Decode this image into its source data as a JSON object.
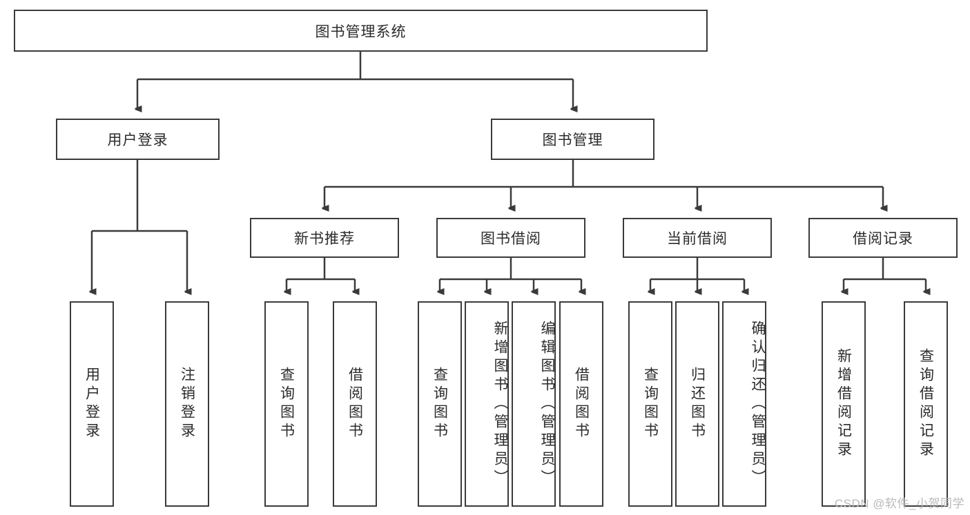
{
  "diagram": {
    "title": "图书管理系统",
    "type": "hierarchy-tree",
    "root": {
      "id": "root",
      "label": "图书管理系统"
    },
    "level2": [
      {
        "id": "user-login",
        "label": "用户登录"
      },
      {
        "id": "book-manage",
        "label": "图书管理"
      }
    ],
    "level3": [
      {
        "id": "new-book-recommend",
        "label": "新书推荐"
      },
      {
        "id": "book-borrow",
        "label": "图书借阅"
      },
      {
        "id": "current-borrow",
        "label": "当前借阅"
      },
      {
        "id": "borrow-record",
        "label": "借阅记录"
      }
    ],
    "leaves": {
      "user_login": [
        {
          "id": "leaf-user-login",
          "label": "用户登录"
        },
        {
          "id": "leaf-user-logout",
          "label": "注销登录"
        }
      ],
      "new_book_recommend": [
        {
          "id": "leaf-query-book-1",
          "label": "查询图书"
        },
        {
          "id": "leaf-borrow-book-1",
          "label": "借阅图书"
        }
      ],
      "book_borrow": [
        {
          "id": "leaf-query-book-2",
          "label": "查询图书"
        },
        {
          "id": "leaf-add-book",
          "label": "新增图书（管理员）"
        },
        {
          "id": "leaf-edit-book",
          "label": "编辑图书（管理员）"
        },
        {
          "id": "leaf-borrow-book-2",
          "label": "借阅图书"
        }
      ],
      "current_borrow": [
        {
          "id": "leaf-query-book-3",
          "label": "查询图书"
        },
        {
          "id": "leaf-return-book",
          "label": "归还图书"
        },
        {
          "id": "leaf-confirm-return",
          "label": "确认归还（管理员）"
        }
      ],
      "borrow_record": [
        {
          "id": "leaf-add-record",
          "label": "新增借阅记录"
        },
        {
          "id": "leaf-query-record",
          "label": "查询借阅记录"
        }
      ]
    }
  },
  "watermark": {
    "text": "CSDN @软件_小贺同学"
  },
  "colors": {
    "stroke": "#3a3a3a",
    "text": "#2b2b2b",
    "background": "#ffffff",
    "watermark": "#b9b9b9"
  }
}
